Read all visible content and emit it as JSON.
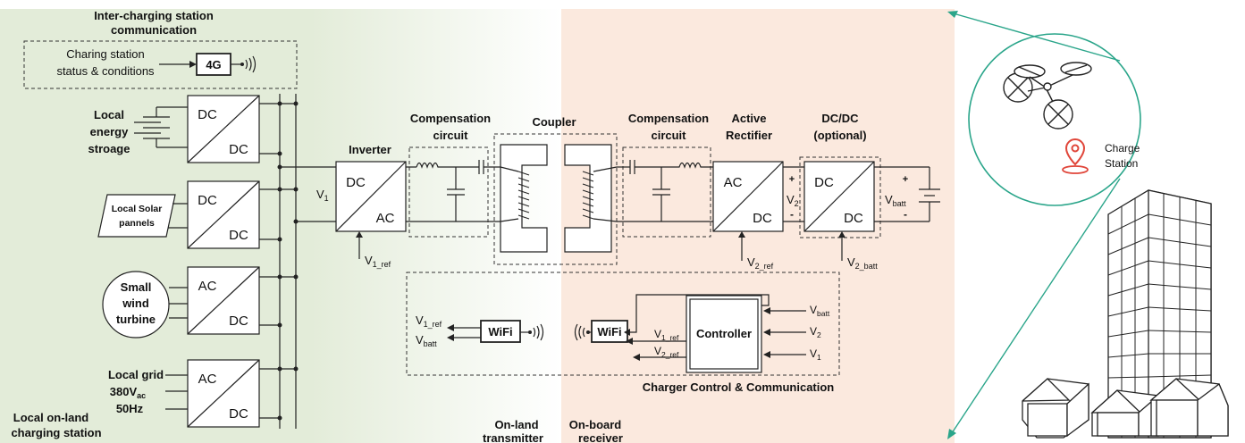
{
  "colors": {
    "land_bg": "#e3ecd9",
    "board_bg": "#fbe9de",
    "accent": "#2aa58a",
    "pin": "#e0463a"
  },
  "land": {
    "comm_title_1": "Inter-charging station",
    "comm_title_2": "communication",
    "comm_status_1": "Charing station",
    "comm_status_2": "status & conditions",
    "comm_4g": "4G",
    "storage_1": "Local",
    "storage_2": "energy",
    "storage_3": "stroage",
    "solar_1": "Local Solar",
    "solar_2": "pannels",
    "wind_1": "Small",
    "wind_2": "wind",
    "wind_3": "turbine",
    "grid_1": "Local grid",
    "grid_2": "380V",
    "grid_2_sub": "ac",
    "grid_3": "50Hz",
    "conv1_in": "DC",
    "conv1_out": "DC",
    "conv2_in": "DC",
    "conv2_out": "DC",
    "conv3_in": "AC",
    "conv3_out": "DC",
    "conv4_in": "AC",
    "conv4_out": "DC",
    "station_1": "Local on-land",
    "station_2": "charging station"
  },
  "tx": {
    "v1": "V",
    "v1_sub": "1",
    "inverter": "Inverter",
    "inv_in": "DC",
    "inv_out": "AC",
    "vref": "V",
    "vref_sub": "1_ref",
    "comp_1": "Compensation",
    "comp_2": "circuit",
    "coupler": "Coupler",
    "wifi": "WiFi",
    "out1": "V",
    "out1_sub": "1_ref",
    "out2": "V",
    "out2_sub": "batt",
    "label_1": "On-land",
    "label_2": "transmitter"
  },
  "rx": {
    "comp_1": "Compensation",
    "comp_2": "circuit",
    "rect_1": "Active",
    "rect_2": "Rectifier",
    "rect_in": "AC",
    "rect_out": "DC",
    "v2": "V",
    "v2_sub": "2",
    "plus": "+",
    "minus": "-",
    "v2ref": "V",
    "v2ref_sub": "2_ref",
    "dcdc_1": "DC/DC",
    "dcdc_2": "(optional)",
    "dcdc_in": "DC",
    "dcdc_out": "DC",
    "v2batt": "V",
    "v2batt_sub": "2_batt",
    "vbatt": "V",
    "vbatt_sub": "batt",
    "wifi": "WiFi",
    "controller": "Controller",
    "c_in1": "V",
    "c_in1_sub": "batt",
    "c_in2": "V",
    "c_in2_sub": "2",
    "c_in3": "V",
    "c_in3_sub": "1",
    "c_out1": "V",
    "c_out1_sub": "1_ref",
    "c_out2": "V",
    "c_out2_sub": "2_ref",
    "cc_label": "Charger Control & Communication",
    "label_1": "On-board",
    "label_2": "receiver"
  },
  "scene": {
    "charge_1": "Charge",
    "charge_2": "Station"
  }
}
